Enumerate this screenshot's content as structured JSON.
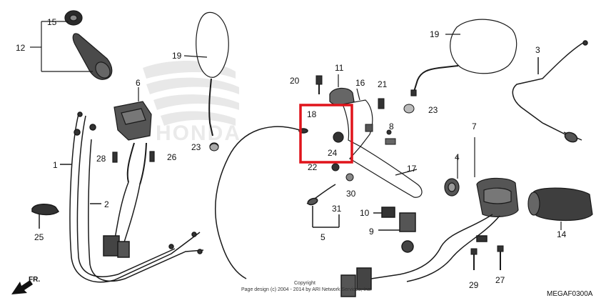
{
  "callouts": {
    "n1": "1",
    "n2": "2",
    "n3": "3",
    "n4": "4",
    "n5": "5",
    "n6": "6",
    "n7": "7",
    "n8": "8",
    "n9": "9",
    "n10": "10",
    "n11": "11",
    "n12": "12",
    "n14": "14",
    "n15": "15",
    "n16": "16",
    "n17": "17",
    "n18": "18",
    "n19a": "19",
    "n19b": "19",
    "n20": "20",
    "n21": "21",
    "n22": "22",
    "n23a": "23",
    "n23b": "23",
    "n24": "24",
    "n25": "25",
    "n26": "26",
    "n27": "27",
    "n28": "28",
    "n29": "29",
    "n30": "30",
    "n31": "31"
  },
  "footer": {
    "copyright_line1": "Copyright",
    "copyright_line2": "Page design (c) 2004 - 2014 by ARI Network Services, Inc.",
    "diagram_code": "MEGAF0300A",
    "direction_label": "FR."
  },
  "watermark": {
    "text": "HONDA"
  },
  "highlight": {
    "color": "#e0141b"
  },
  "line_color": "#1a1a1a",
  "watermark_color": "#dcdcdc"
}
